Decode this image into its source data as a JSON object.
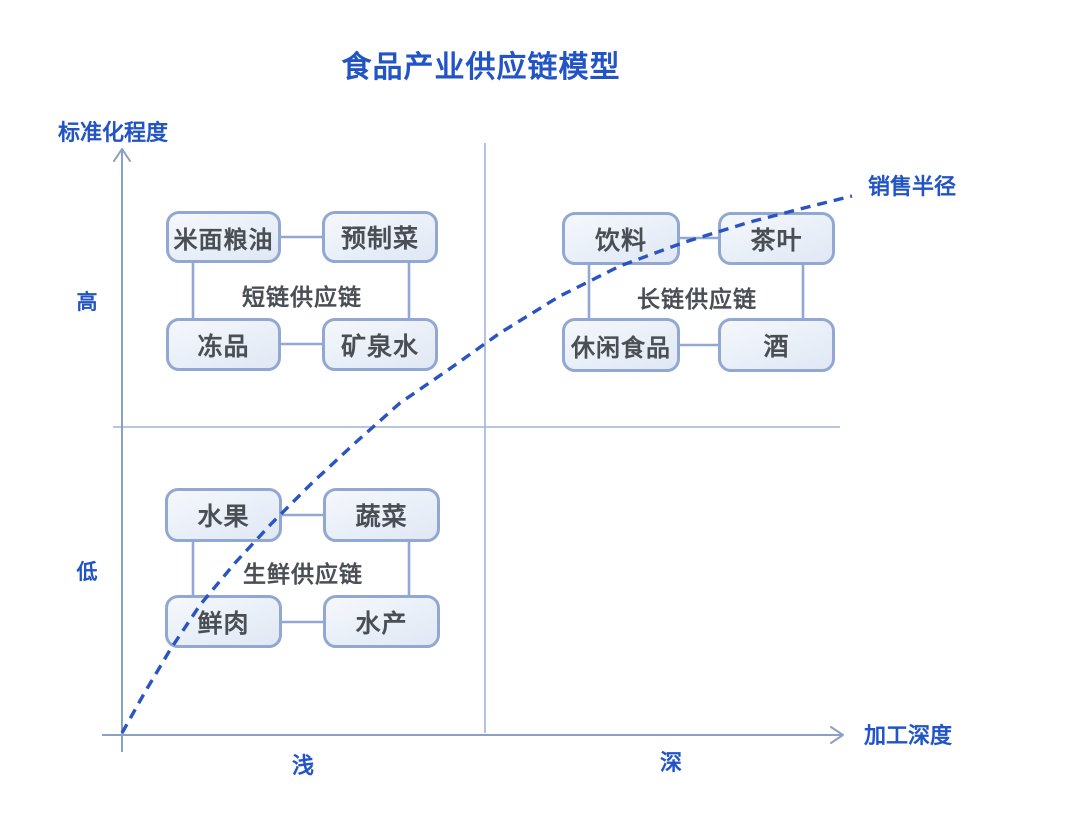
{
  "title": "食品产业供应链模型",
  "axes": {
    "y_label": "标准化程度",
    "x_label": "加工深度",
    "y_tick_high": "高",
    "y_tick_low": "低",
    "x_tick_shallow": "浅",
    "x_tick_deep": "深"
  },
  "curve_label": "销售半径",
  "groups": [
    {
      "label": "短链供应链",
      "nodes": [
        "米面粮油",
        "预制菜",
        "冻品",
        "矿泉水"
      ]
    },
    {
      "label": "长链供应链",
      "nodes": [
        "饮料",
        "茶叶",
        "休闲食品",
        "酒"
      ]
    },
    {
      "label": "生鲜供应链",
      "nodes": [
        "水果",
        "蔬菜",
        "鲜肉",
        "水产"
      ]
    }
  ],
  "colors": {
    "accent_blue": "#2254c6",
    "curve_blue": "#2a55c0",
    "box_border": "#92a8d2",
    "box_fill_top": "#f5f8fc",
    "box_fill_bottom": "#e0e8f4",
    "box_text": "#4a4e55",
    "axis_line": "#8c9fc5",
    "divider_line": "#a2b4d6"
  }
}
